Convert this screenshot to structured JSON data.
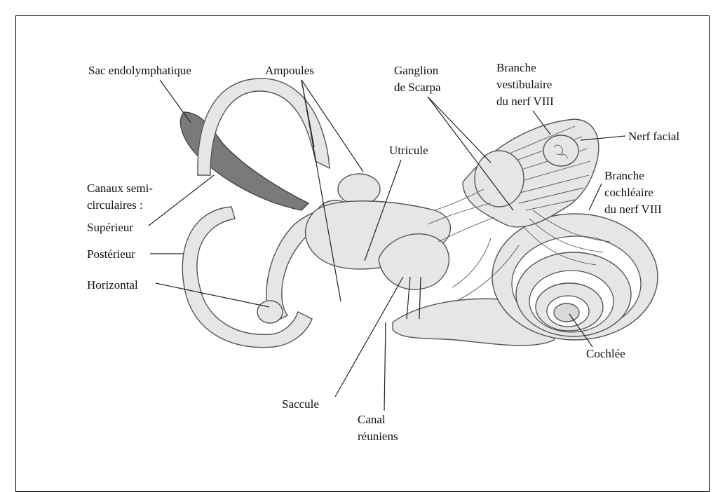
{
  "labels": {
    "sac_endolymphatique": "Sac endolymphatique",
    "ampoules": "Ampoules",
    "ganglion_line1": "Ganglion",
    "ganglion_line2": "de Scarpa",
    "branche_vest_line1": "Branche",
    "branche_vest_line2": "vestibulaire",
    "branche_vest_line3": "du nerf VIII",
    "nerf_facial": "Nerf facial",
    "utricule": "Utricule",
    "canaux_line1": "Canaux semi-",
    "canaux_line2": "circulaires :",
    "superieur": "Supérieur",
    "posterieur": "Postérieur",
    "horizontal": "Horizontal",
    "branche_coch_line1": "Branche",
    "branche_coch_line2": "cochléaire",
    "branche_coch_line3": "du nerf VIII",
    "cochlee": "Cochlée",
    "saccule": "Saccule",
    "canal_line1": "Canal",
    "canal_line2": "réuniens"
  }
}
